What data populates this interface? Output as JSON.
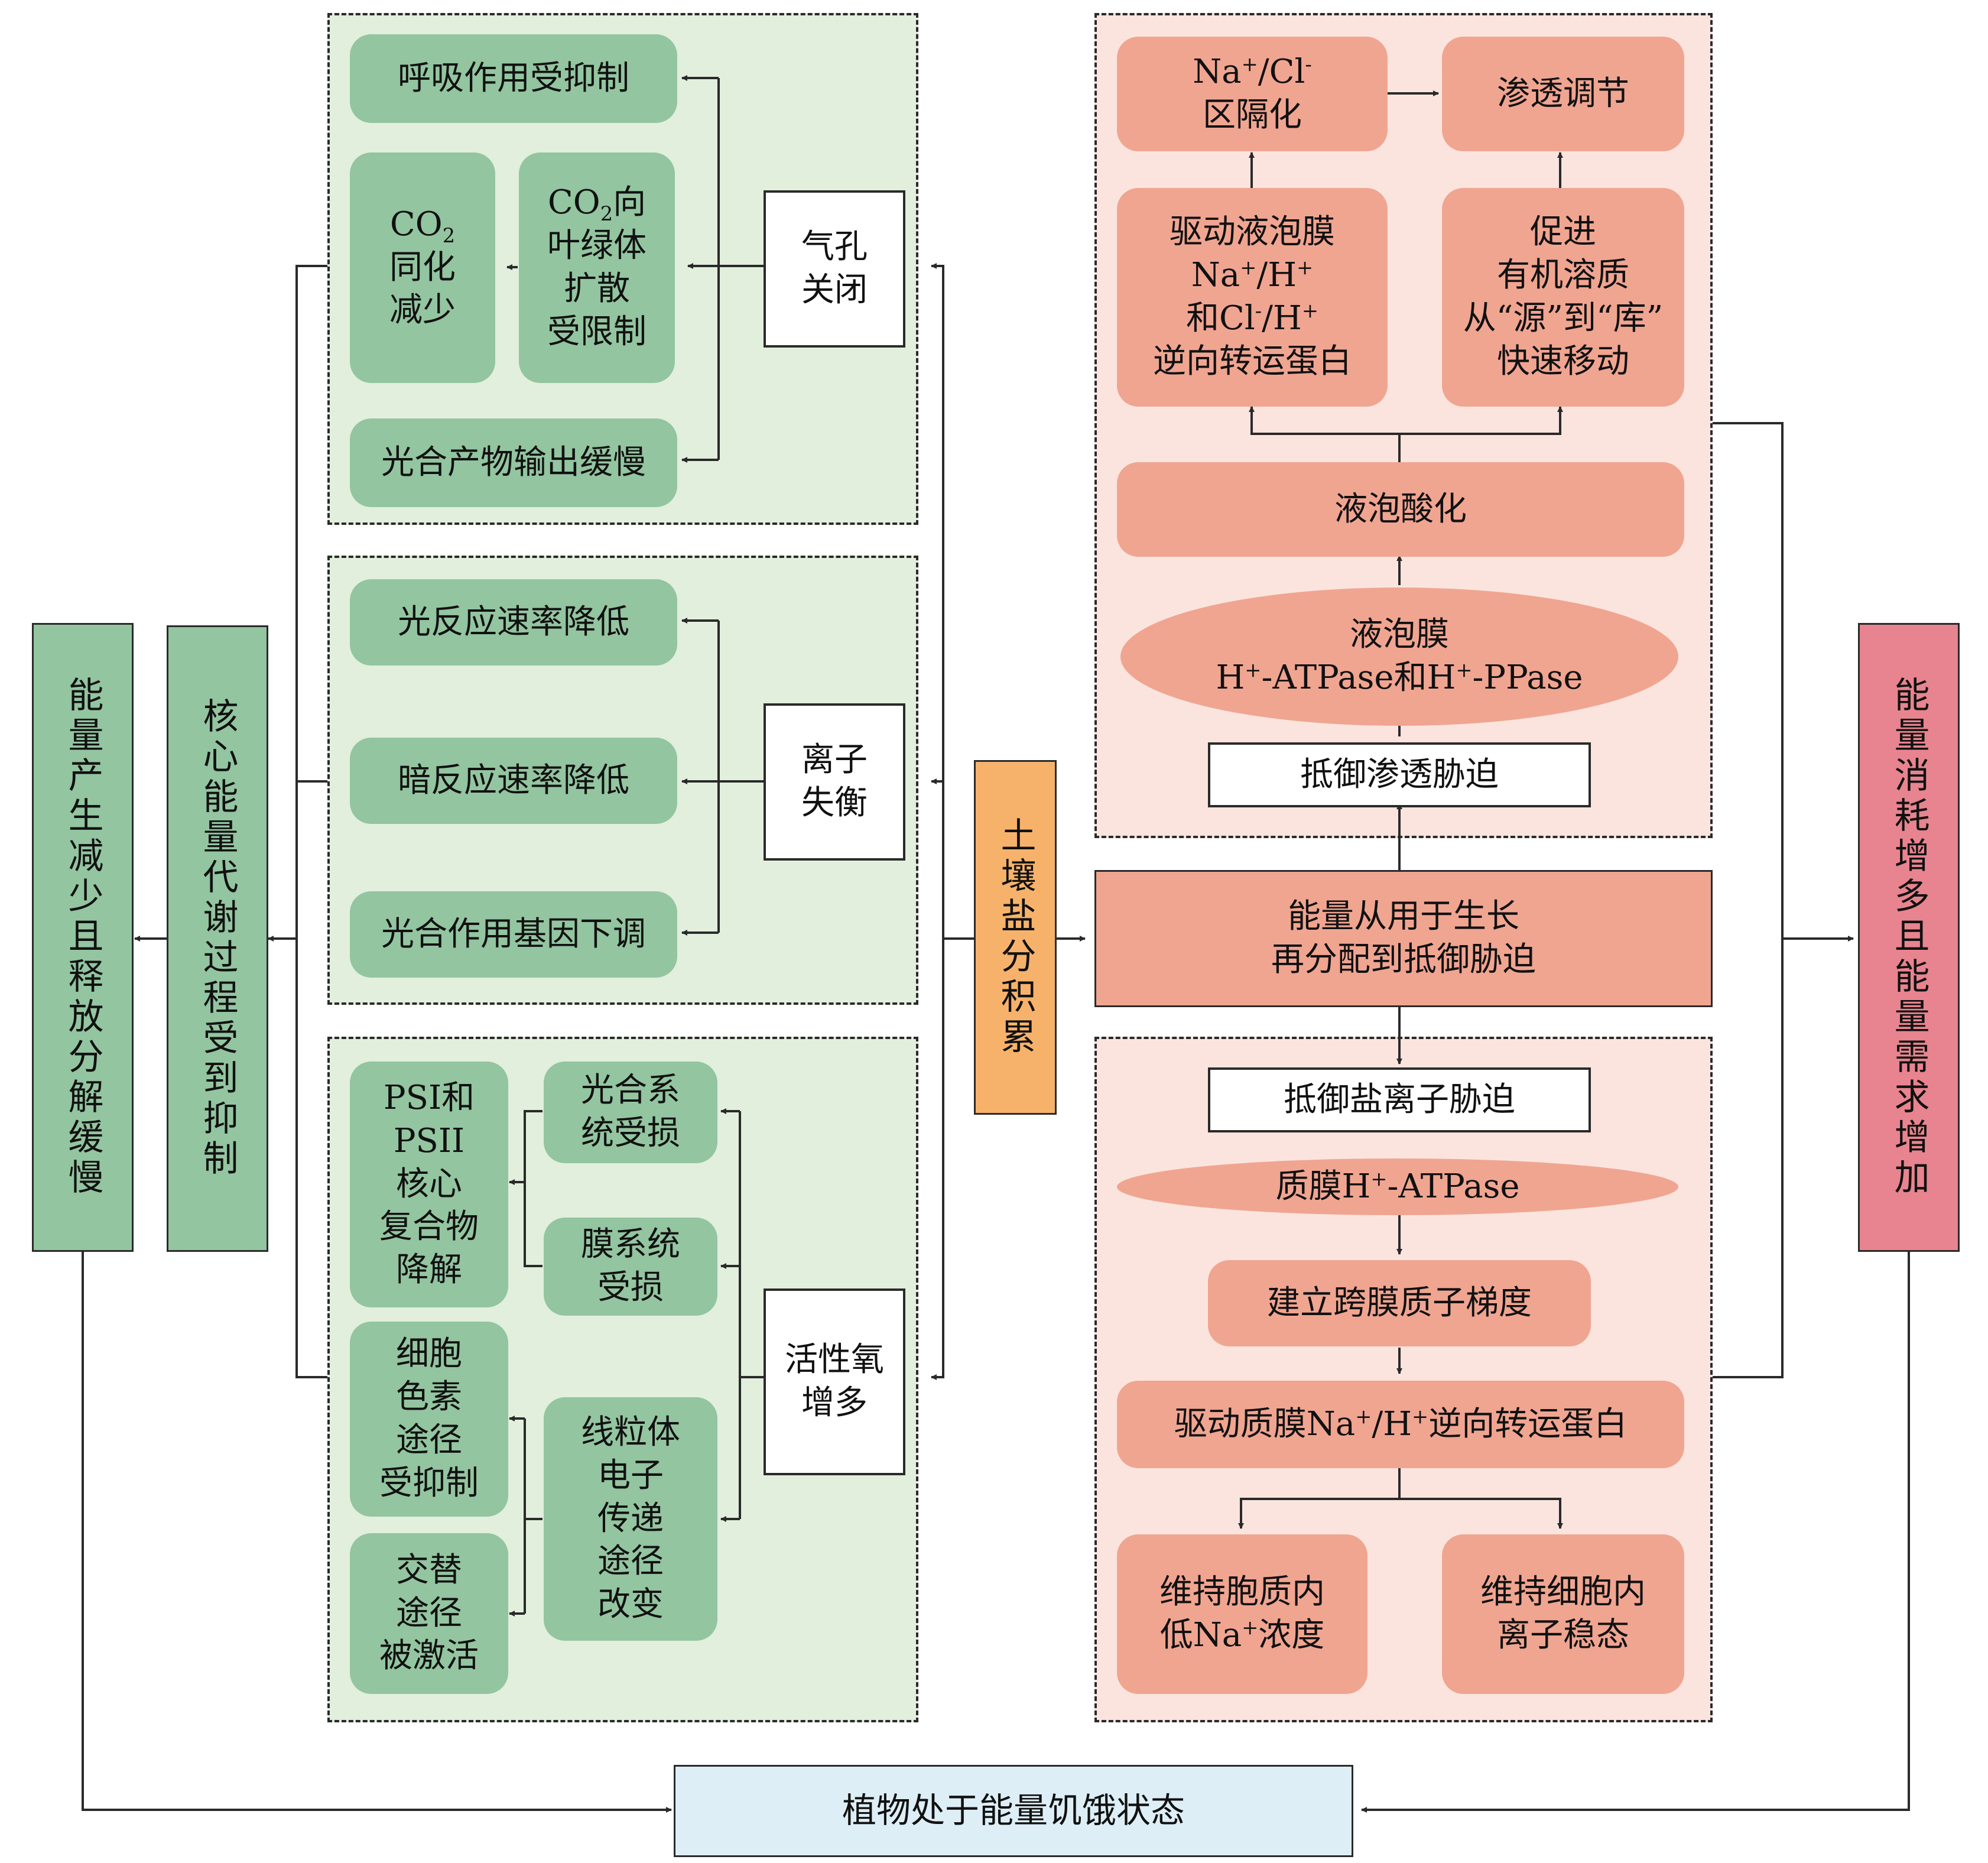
{
  "diagram": {
    "left_outer": "能量产生减少且释放分解缓慢",
    "left_inner": "核心能量代谢过程受到抑制",
    "soil": "土壤盐分积累",
    "right_outer": "能量消耗增多且能量需求增加",
    "bottom": "植物处于能量饥饿状态",
    "center": "能量从用于生长\n再分配到抵御胁迫",
    "stomata": {
      "trigger": "气孔\n关闭",
      "respiration": "呼吸作用受抑制",
      "co2_diffusion": "叶绿体\n扩散\n受限制",
      "co2_diffusion_lead": "向",
      "co2_assim_tail": "同化\n减少",
      "export": "光合产物输出缓慢"
    },
    "ion": {
      "trigger": "离子\n失衡",
      "light": "光反应速率降低",
      "dark": "暗反应速率降低",
      "gene": "光合作用基因下调"
    },
    "ros": {
      "trigger": "活性氧\n增多",
      "photosystem": "光合系\n统受损",
      "membrane": "膜系统\n受损",
      "mito": "线粒体\n电子\n传递\n途径\n改变",
      "psi": "PSI和\nPSII\n核心\n复合物\n降解",
      "pigment": "细胞\n色素\n途径\n受抑制",
      "alt": "交替\n途径\n被激活"
    },
    "osmotic": {
      "resist": "抵御渗透胁迫",
      "tonoplast_atpase_a": "液泡膜",
      "tonoplast_atpase_b": "-ATPase和H",
      "tonoplast_atpase_c": "-PPase",
      "acid": "液泡酸化",
      "antiporter_a": "驱动液泡膜",
      "antiporter_b": "和Cl",
      "antiporter_c": "逆向转运蛋白",
      "promote": "促进\n有机溶质\n从“源”到“库”\n快速移动",
      "compart_b": "区隔化",
      "osmo": "渗透调节"
    },
    "salt": {
      "resist": "抵御盐离子胁迫",
      "pm_atpase_a": "质膜H",
      "pm_atpase_b": "-ATPase",
      "gradient": "建立跨膜质子梯度",
      "pm_antiporter_a": "驱动质膜Na",
      "pm_antiporter_b": "逆向转运蛋白",
      "low_na_a": "维持胞质内",
      "low_na_b": "低Na",
      "low_na_c": "浓度",
      "homeostasis": "维持细胞内\n离子稳态"
    },
    "symbols": {
      "co2": "CO",
      "co2_sub": "2",
      "na": "Na",
      "cl": "Cl",
      "h": "H",
      "plus": "+",
      "minus": "-",
      "slash": "/"
    }
  },
  "colors": {
    "green_box": "#93c5a0",
    "green_panel": "#e1efdc",
    "pink_box": "#f0a591",
    "pink_panel": "#fbe4de",
    "orange": "#f6b26b",
    "light_blue": "#ddeef6",
    "red_pink": "#e8848f"
  }
}
